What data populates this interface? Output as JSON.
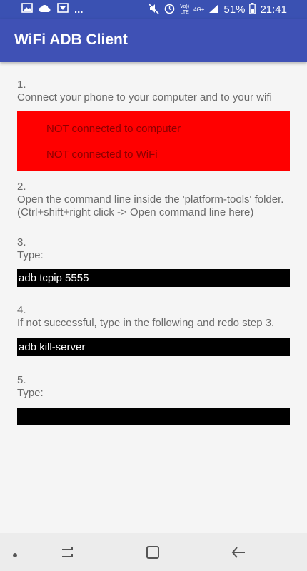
{
  "statusbar": {
    "left_icons": [
      "image-icon",
      "cloud-icon",
      "download-icon"
    ],
    "overflow": "...",
    "right_icons": [
      "mute-icon",
      "alarm-icon",
      "volte-icon",
      "signal-icon"
    ],
    "volte_label": "Vo))\nLTE",
    "network_label": "4G+",
    "battery": "51%",
    "time": "21:41"
  },
  "appbar": {
    "title": "WiFi ADB Client"
  },
  "steps": [
    {
      "num": "1.",
      "text": "Connect your phone to your computer and to your wifi"
    },
    {
      "num": "2.",
      "text": "Open the command line inside the 'platform-tools' folder.",
      "text2": "(Ctrl+shift+right click -> Open command line here)"
    },
    {
      "num": "3.",
      "text": "Type:"
    },
    {
      "num": "4.",
      "text": "If not successful, type in the following and redo step 3."
    },
    {
      "num": "5.",
      "text": "Type:"
    }
  ],
  "status": {
    "computer": "NOT connected to computer",
    "wifi": "NOT connected to WiFi",
    "bg_color": "#ff0000"
  },
  "commands": {
    "tcpip": "adb tcpip 5555",
    "kill": "adb kill-server",
    "connect": ""
  },
  "navbar": {
    "buttons": [
      "dot-icon",
      "recents-icon",
      "home-icon",
      "back-icon"
    ]
  }
}
